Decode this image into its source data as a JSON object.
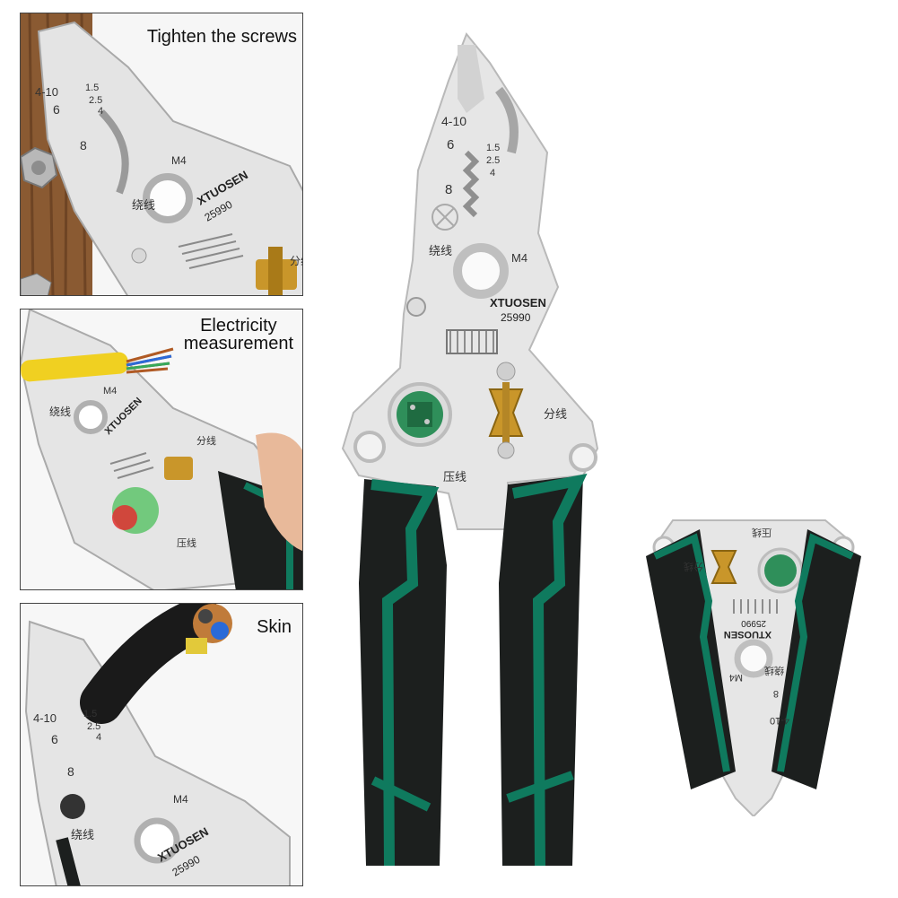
{
  "panels": [
    {
      "caption": "Tighten the screws"
    },
    {
      "caption_lines": [
        "Electricity",
        "measurement"
      ]
    },
    {
      "caption": "Skin"
    }
  ],
  "tool": {
    "brand": "XTUOSEN",
    "model": "25990",
    "gauge_awg": [
      "4-10",
      "6",
      "8"
    ],
    "gauge_mm": [
      "1.5",
      "2.5",
      "4"
    ],
    "label_wind": "绕线",
    "label_split": "分线",
    "label_crimp": "压线",
    "screw_size": "M4"
  },
  "colors": {
    "handle_black": "#1c1f1e",
    "handle_green": "#0f7a5e",
    "steel": "#e6e6e6",
    "steel_shadow": "#b9b9b9",
    "brass": "#c9962a",
    "wood": "#8a5a32"
  }
}
